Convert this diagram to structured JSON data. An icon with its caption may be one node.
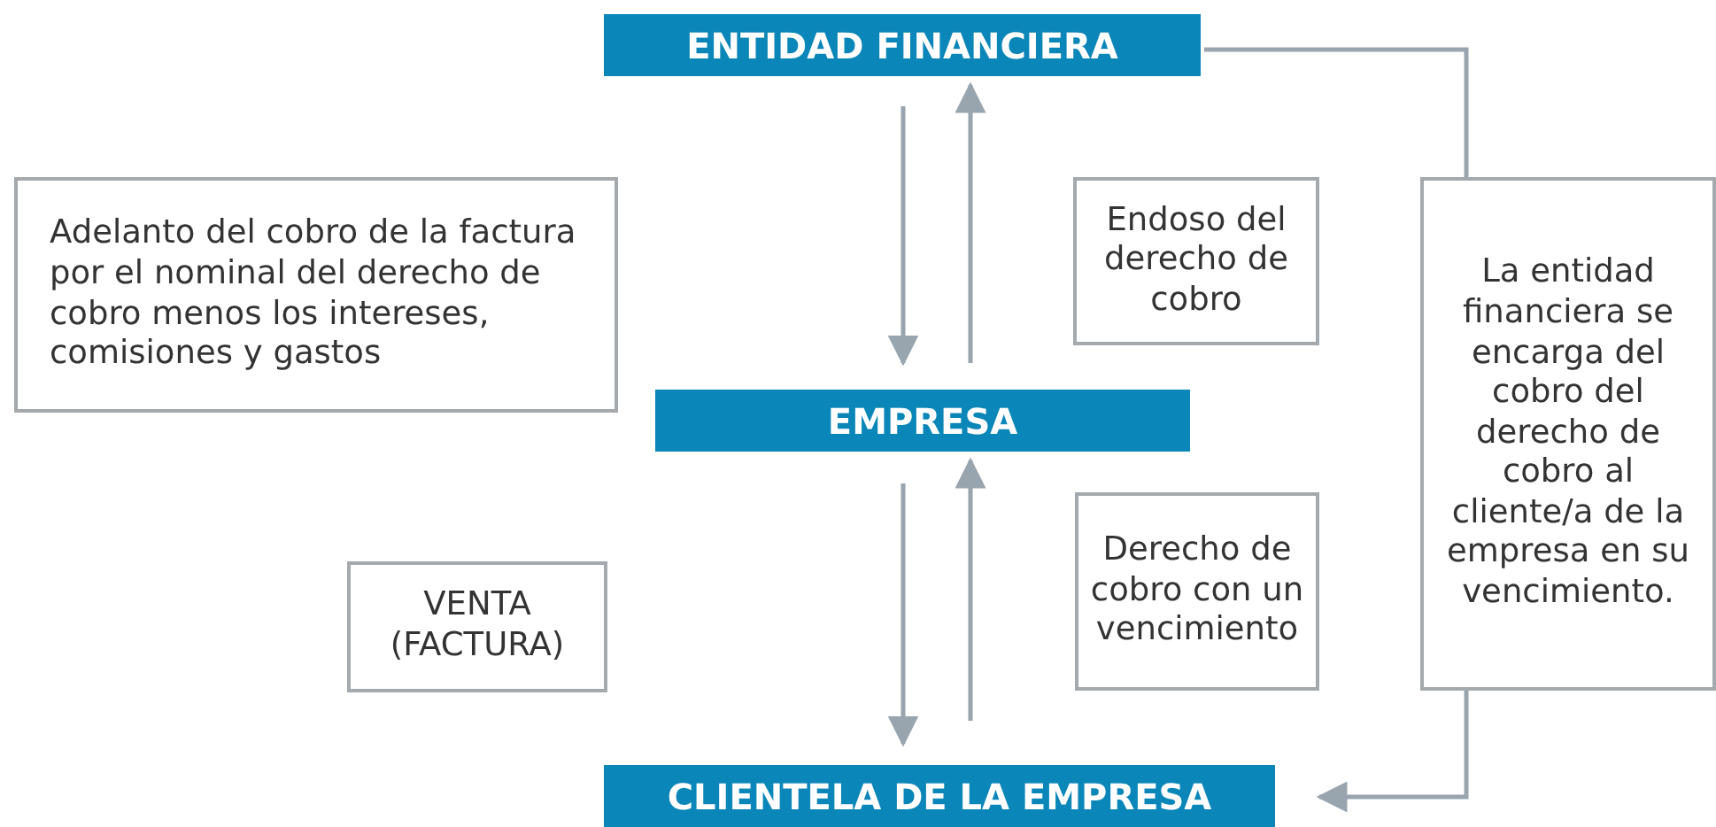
{
  "diagram": {
    "nodes": [
      {
        "text": [
          "ENTIDAD FINANCIERA"
        ]
      },
      {
        "text": [
          "EMPRESA"
        ]
      },
      {
        "text": [
          "CLIENTELA DE LA EMPRESA"
        ]
      },
      {
        "text": [
          "Adelanto del cobro de la factura por el nominal del derecho de cobro menos los intereses, comisiones y gastos"
        ]
      },
      {
        "text": [
          "Endoso del derecho de cobro"
        ]
      },
      {
        "text": [
          "VENTA (FACTURA)"
        ]
      },
      {
        "text": [
          "Derecho de cobro con un vencimiento"
        ]
      },
      {
        "text": [
          "La entidad financiera se encarga del cobro del derecho de cobro al cliente/a de la empresa en su vencimiento."
        ]
      }
    ],
    "edges": [
      {
        "from": 0,
        "to": 1,
        "arrow": "to"
      },
      {
        "from": 1,
        "to": 0,
        "arrow": "to"
      },
      {
        "from": 1,
        "to": 2,
        "arrow": "to"
      },
      {
        "from": 2,
        "to": 1,
        "arrow": "to"
      },
      {
        "from": 0,
        "to": 7,
        "arrow": "none"
      },
      {
        "from": 7,
        "to": 2,
        "arrow": "to"
      }
    ]
  }
}
